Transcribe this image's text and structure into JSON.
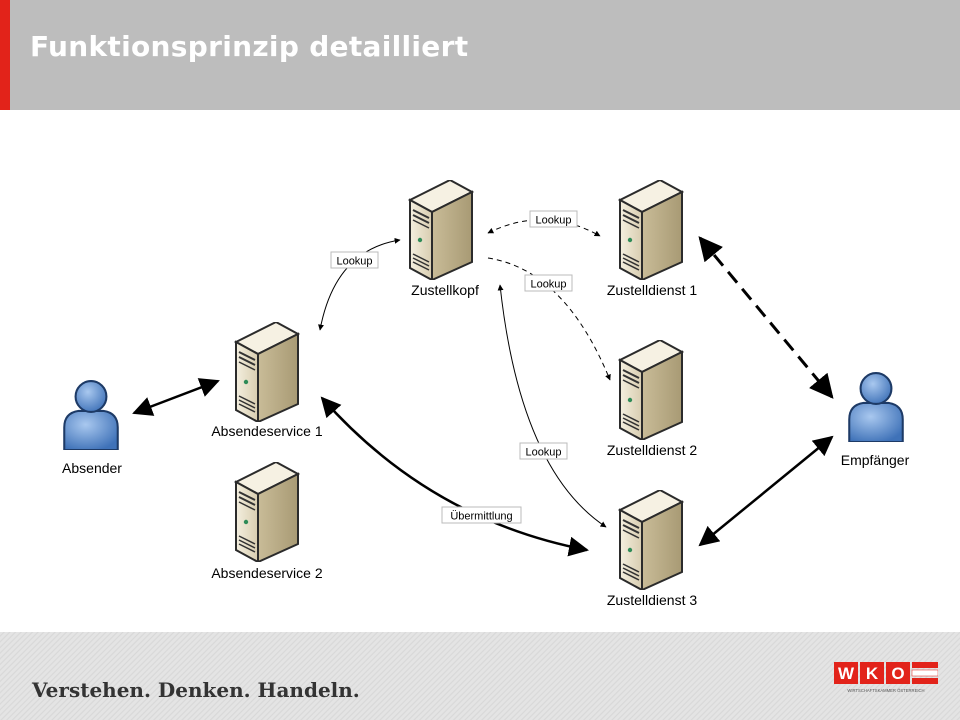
{
  "header": {
    "title": "Funktionsprinzip detailliert"
  },
  "nodes": {
    "zustellkopf": "Zustellkopf",
    "zustelldienst_1": "Zustelldienst 1",
    "zustelldienst_2": "Zustelldienst 2",
    "zustelldienst_3": "Zustelldienst 3",
    "absendeservice_1": "Absendeservice 1",
    "absendeservice_2": "Absendeservice 2",
    "absender": "Absender",
    "empfaenger": "Empfänger"
  },
  "edges": {
    "lookup_absendeservice_kopf": "Lookup",
    "lookup_kopf_zd1": "Lookup",
    "lookup_kopf_zd2": "Lookup",
    "lookup_zd3_kopf": "Lookup",
    "uebermittlung": "Übermittlung"
  },
  "footer": {
    "slogan": "Verstehen. Denken. Handeln.",
    "logo_text": "WKO",
    "logo_subtext": "WIRTSCHAFTSKAMMER ÖSTERREICH"
  },
  "colors": {
    "accent_red": "#e2231a",
    "header_gray": "#bdbdbd",
    "person_blue": "#5b8fd1",
    "server_beige": "#e8dfc7"
  }
}
